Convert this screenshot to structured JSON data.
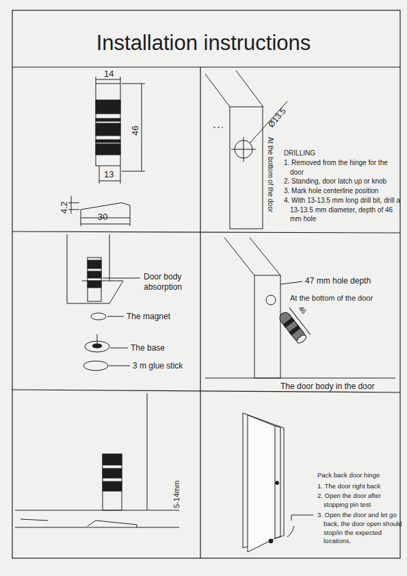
{
  "diagram": {
    "title": "Installation instructions",
    "labels": [
      "14",
      "46",
      "13",
      "4.2",
      "30",
      "Ø13.5",
      "At the bottom of the door",
      "DRILLING",
      "1. Removed from the hinge for the door",
      "2. Standing, door latch up or knob",
      "3. Mark hole centerline position",
      "4. With 13-13.5 mm long drill bit, drill a 13-13.5 mm diameter, depth of 46 mm hole",
      "Door body absorption",
      "The magnet",
      "The base",
      "3 m glue stick",
      "47 mm hole depth",
      "At the bottom of the door",
      "46",
      "The door body in the door",
      "5-14mm",
      "Pack back door hinge",
      "1. The door right back",
      "2. Open the door after stopping pin test",
      "3. Open the door and let go back, the door open should stop/in the expected locations."
    ]
  }
}
